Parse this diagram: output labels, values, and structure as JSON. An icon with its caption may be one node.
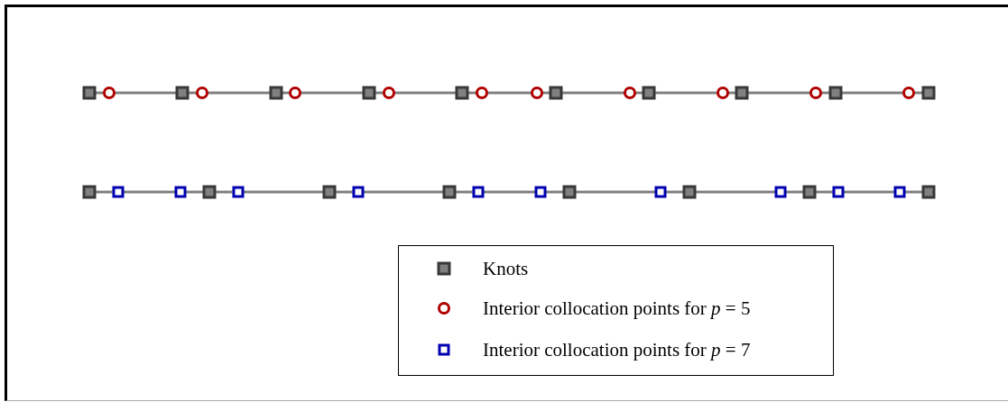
{
  "diagram": {
    "legend": [
      {
        "text": "Knots"
      },
      {
        "text": "Interior collocation points for *p* = 5"
      },
      {
        "text": "Interior collocation points for *p* = 7"
      }
    ]
  }
}
